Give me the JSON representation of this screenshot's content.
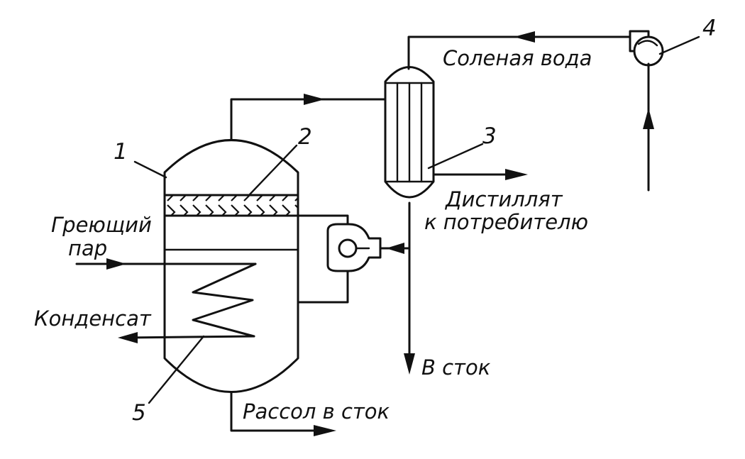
{
  "diagram": {
    "labels": {
      "salt_water": "Соленая вода",
      "distillate_line1": "Дистиллят",
      "distillate_line2": "к потребителю",
      "heating_steam_line1": "Греющий",
      "heating_steam_line2": "пар",
      "condensate": "Конденсат",
      "to_drain": "В сток",
      "brine_to_drain": "Рассол в сток"
    },
    "callouts": {
      "n1": "1",
      "n2": "2",
      "n3": "3",
      "n4": "4",
      "n5": "5"
    }
  }
}
